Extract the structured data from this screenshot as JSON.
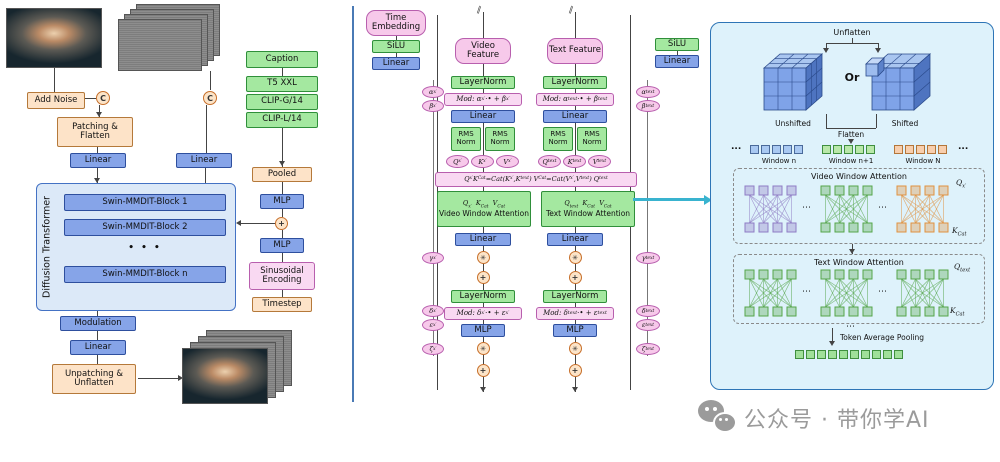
{
  "colors": {
    "blue_box": "#86a4e8",
    "green_box": "#a4e8a0",
    "peach_box": "#fde3c8",
    "pink_node": "#f7c9ea",
    "dit_panel": "#dce9f8",
    "right_panel": "#def2fb",
    "arrow_cyan": "#39b3cf",
    "attn_purple": "#8f7cc4",
    "attn_green": "#55a54a",
    "attn_orange": "#e0913f",
    "token_blue": "#a9c9f2",
    "token_green": "#b9e8a9",
    "token_orange": "#f8cfae",
    "token_pooling": "#9fe09a"
  },
  "common": {
    "linear": "Linear",
    "mlp": "MLP",
    "layernorm": "LayerNorm",
    "silu": "SiLU",
    "rms_norm": "RMS Norm",
    "dots": "• • •",
    "hdots": "...",
    "vdots": "⋯",
    "plus": "+",
    "gate": "✳",
    "concat_c": "C",
    "break_mark": "∥"
  },
  "left": {
    "add_noise": "Add Noise",
    "patching": "Patching & Flatten",
    "caption": "Caption",
    "t5": "T5 XXL",
    "clip_g": "CLIP-G/14",
    "clip_l": "CLIP-L/14",
    "dit_title": "Diffusion Transformer",
    "block_1": "Swin-MMDIT-Block 1",
    "block_2": "Swin-MMDIT-Block 2",
    "block_n": "Swin-MMDIT-Block n",
    "pooled": "Pooled",
    "sinusoidal": "Sinusoidal Encoding",
    "timestep": "Timestep",
    "modulation": "Modulation",
    "unpatching": "Unpatching & Unflatten"
  },
  "middle": {
    "time_embedding": "Time Embedding",
    "video_feature": "Video Feature",
    "text_feature": "Text Feature",
    "mod_video_1": "Mod: α<sub>x′</sub> ·• + β<sub>x′</sub>",
    "mod_text_1": "Mod: α<sub>text</sub> ·• + β<sub>text</sub>",
    "mod_video_2": "Mod: δ<sub>x′</sub> ·• + ε<sub>x′</sub>",
    "mod_text_2": "Mod: δ<sub>text</sub> ·• + ε<sub>text</sub>",
    "q_x": "Q<sub>x′</sub>",
    "k_x": "K<sub>x′</sub>",
    "v_x": "V<sub>x′</sub>",
    "q_text": "Q<sub>text</sub>",
    "k_text": "K<sub>text</sub>",
    "v_text": "V<sub>text</sub>",
    "concat_formula": "Q<sub>x′</sub>  K<sub>Cat</sub>=Cat(K<sub>x′</sub>,K<sub>text</sub>)  V<sub>Cat</sub>=Cat(V<sub>x′</sub>,V<sub>text</sub>)  Q<sub>text</sub>",
    "video_attn_inputs": "Q<sub>x′</sub> &nbsp;K<sub>Cat</sub> &nbsp;V<sub>Cat</sub>",
    "text_attn_inputs": "Q<sub>text</sub> &nbsp;K<sub>Cat</sub> &nbsp;V<sub>Cat</sub>",
    "video_attn": "Video Window Attention",
    "text_attn": "Text Window Attention",
    "alpha_x": "α<sub>x′</sub>",
    "beta_x": "β<sub>x′</sub>",
    "gamma_x": "γ<sub>x′</sub>",
    "delta_x": "δ<sub>x′</sub>",
    "eps_x": "ε<sub>x′</sub>",
    "zeta_x": "ζ<sub>x′</sub>",
    "alpha_t": "α<sub>text</sub>",
    "beta_t": "β<sub>text</sub>",
    "gamma_t": "γ<sub>text</sub>",
    "delta_t": "δ<sub>text</sub>",
    "eps_t": "ε<sub>text</sub>",
    "zeta_t": "ζ<sub>text</sub>"
  },
  "right": {
    "unflatten": "Unflatten",
    "or_label": "Or",
    "unshifted": "Unshifted",
    "shifted": "Shifted",
    "flatten": "Flatten",
    "window_n": "Window n",
    "window_n1": "Window n+1",
    "window_N": "Window N",
    "video_attn": "Video Window Attention",
    "text_attn": "Text Window Attention",
    "q_x": "Q<sub>x′</sub>",
    "q_text": "Q<sub>text</sub>",
    "k_cat": "K<sub>Cat</sub>",
    "pooling": "Token Average Pooling"
  },
  "watermark": {
    "text": "公众号 · 带你学AI"
  }
}
